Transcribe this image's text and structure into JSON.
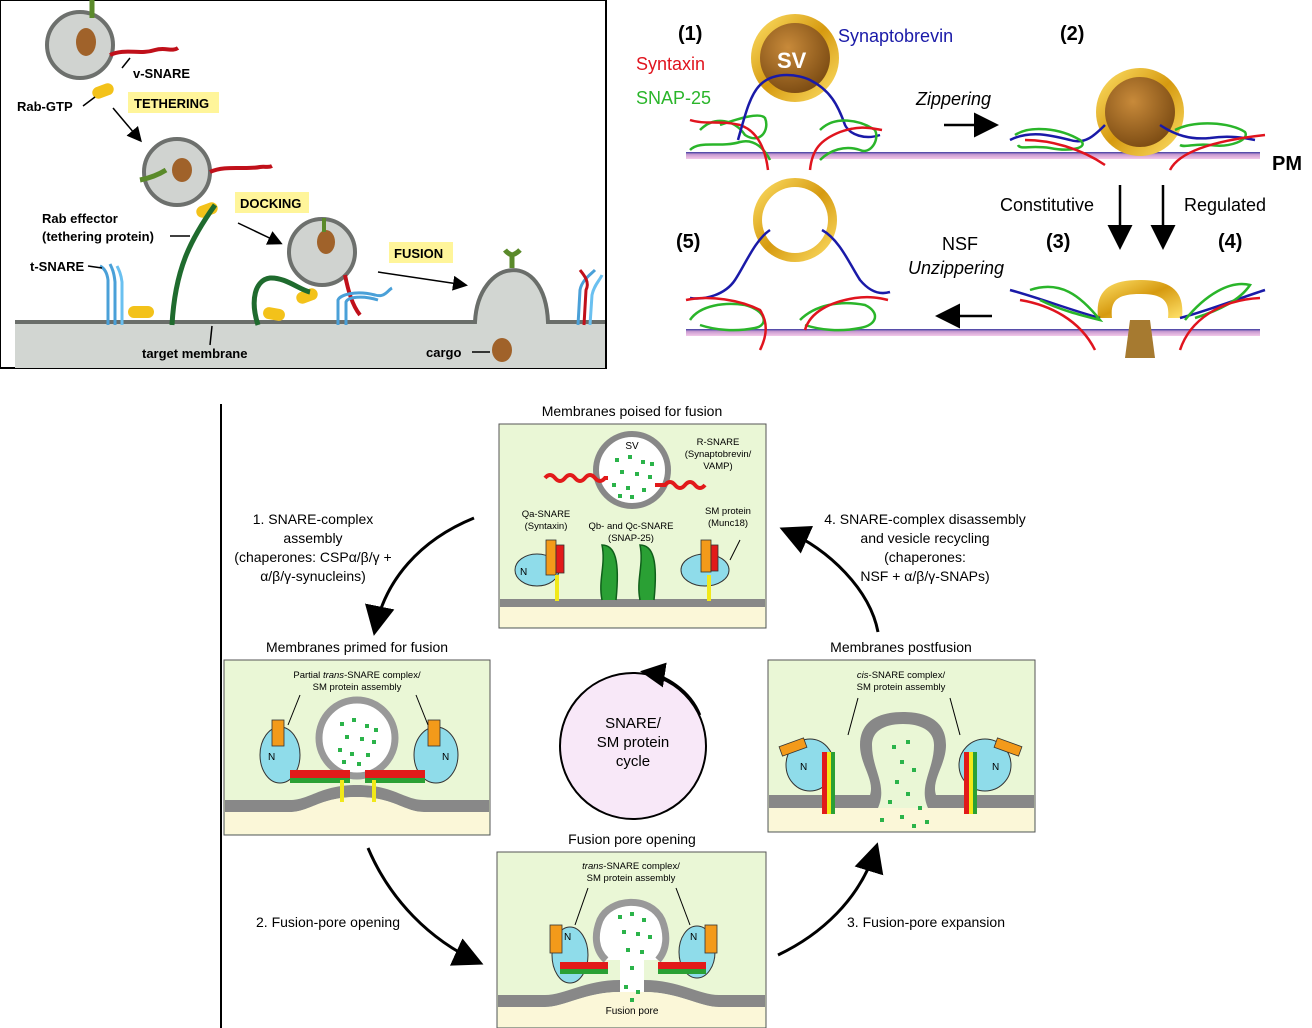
{
  "panelA": {
    "v_snare": "v-SNARE",
    "rab_gtp": "Rab-GTP",
    "tethering": "TETHERING",
    "docking": "DOCKING",
    "fusion": "FUSION",
    "rab_effector_1": "Rab effector",
    "rab_effector_2": "(tethering protein)",
    "t_snare": "t-SNARE",
    "target_membrane": "target membrane",
    "cargo": "cargo",
    "colors": {
      "membrane": "#d2d6d2",
      "label_bg": "#fff59a",
      "v_snare": "#c0101a",
      "t_snare": "#4aa0d8",
      "tether": "#1f6b2e",
      "rab": "#f3c21a",
      "cargo": "#a0622a"
    }
  },
  "panelB": {
    "step1": "(1)",
    "step2": "(2)",
    "step3": "(3)",
    "step4": "(4)",
    "step5": "(5)",
    "sv": "SV",
    "syntaxin": "Syntaxin",
    "snap25": "SNAP-25",
    "synaptobrevin": "Synaptobrevin",
    "zippering": "Zippering",
    "pm": "PM",
    "constitutive": "Constitutive",
    "regulated": "Regulated",
    "nsf": "NSF",
    "unzippering": "Unzippering",
    "colors": {
      "syntaxin": "#e0141e",
      "snap25": "#2ab52a",
      "synaptobrevin": "#1a1aa8",
      "vesicle": "#d6a21c"
    }
  },
  "panelC": {
    "top_title": "Membranes poised for fusion",
    "r_snare_1": "R-SNARE",
    "r_snare_2": "(Synaptobrevin/",
    "r_snare_3": "VAMP)",
    "sv": "SV",
    "qa_1": "Qa-SNARE",
    "qa_2": "(Syntaxin)",
    "qbc_1": "Qb- and Qc-SNARE",
    "qbc_2": "(SNAP-25)",
    "sm_1": "SM protein",
    "sm_2": "(Munc18)",
    "n": "N",
    "step1_1": "1. SNARE-complex",
    "step1_2": "assembly",
    "step1_3": "(chaperones: CSPα/β/γ +",
    "step1_4": "α/β/γ-synucleins)",
    "step4_1": "4. SNARE-complex disassembly",
    "step4_2": "and vesicle recycling",
    "step4_3": "(chaperones:",
    "step4_4": "NSF + α/β/γ-SNAPs)",
    "left_title": "Membranes primed for fusion",
    "left_cap_1a": "Partial ",
    "left_cap_1b": "trans",
    "left_cap_1c": "-SNARE complex/",
    "left_cap_2": "SM protein assembly",
    "right_title": "Membranes postfusion",
    "right_cap_1a": "cis",
    "right_cap_1b": "-SNARE complex/",
    "right_cap_2": "SM protein assembly",
    "center_1": "SNARE/",
    "center_2": "SM protein",
    "center_3": "cycle",
    "bottom_title": "Fusion pore opening",
    "bottom_cap_1a": "trans",
    "bottom_cap_1b": "-SNARE complex/",
    "bottom_cap_2": "SM protein assembly",
    "fusion_pore": "Fusion pore",
    "step2": "2. Fusion-pore opening",
    "step3": "3. Fusion-pore expansion",
    "colors": {
      "panel_bg": "#eaf7d6",
      "cytosol_bottom": "#fbf7d8",
      "sm": "#8fdcea",
      "cycle_fill": "#f8e8f8",
      "vesicle_dot": "#2bb34a"
    }
  }
}
